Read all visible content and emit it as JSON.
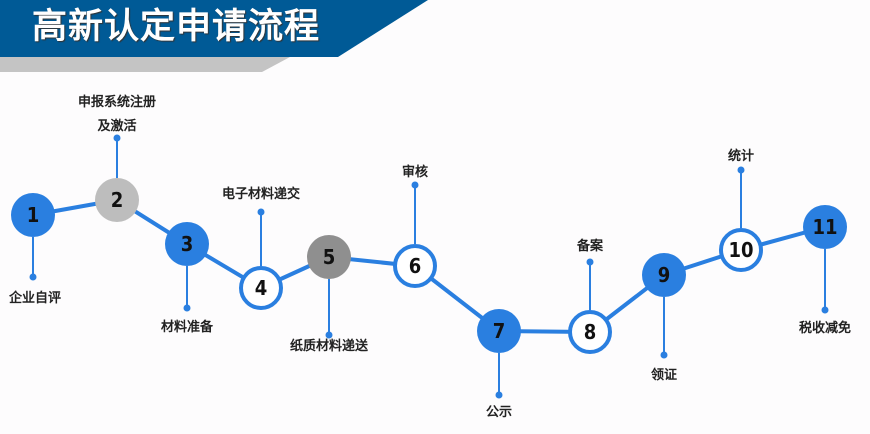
{
  "header": {
    "title": "高新认定申请流程"
  },
  "colors": {
    "banner": "#005a96",
    "banner_shadow": "#c4c4c4",
    "line": "#2a7fe0",
    "node_blue": "#2a7fe0",
    "node_light_gray": "#bdbdbd",
    "node_gray": "#8f8f8f",
    "node_white": "#ffffff"
  },
  "steps": [
    {
      "number": "1",
      "label": [
        "企业自评"
      ],
      "style": "blue"
    },
    {
      "number": "2",
      "label": [
        "申报系统注册",
        "及激活"
      ],
      "style": "lightgray"
    },
    {
      "number": "3",
      "label": [
        "材料准备"
      ],
      "style": "blue"
    },
    {
      "number": "4",
      "label": [
        "电子材料递交"
      ],
      "style": "white"
    },
    {
      "number": "5",
      "label": [
        "纸质材料递送"
      ],
      "style": "gray"
    },
    {
      "number": "6",
      "label": [
        "审核"
      ],
      "style": "white"
    },
    {
      "number": "7",
      "label": [
        "公示"
      ],
      "style": "blue"
    },
    {
      "number": "8",
      "label": [
        "备案"
      ],
      "style": "white"
    },
    {
      "number": "9",
      "label": [
        "领证"
      ],
      "style": "blue"
    },
    {
      "number": "10",
      "label": [
        "统计"
      ],
      "style": "white"
    },
    {
      "number": "11",
      "label": [
        "税收减免"
      ],
      "style": "blue"
    }
  ]
}
